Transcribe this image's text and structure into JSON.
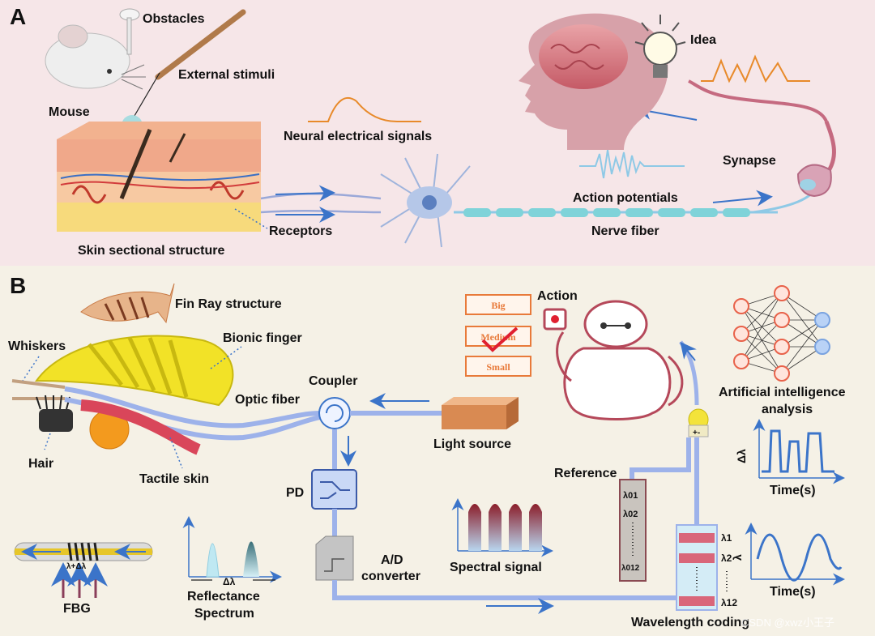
{
  "panel_a": {
    "letter": "A",
    "labels": {
      "obstacles": "Obstacles",
      "external_stimuli": "External stimuli",
      "mouse": "Mouse",
      "neural_signals": "Neural electrical signals",
      "skin_structure": "Skin sectional structure",
      "receptors": "Receptors",
      "idea": "Idea",
      "synapse": "Synapse",
      "action_potentials": "Action potentials",
      "nerve_fiber": "Nerve fiber"
    },
    "colors": {
      "background": "#f6e6e8",
      "signal": "#e88a2a",
      "action_potential": "#8ec9e6",
      "arrow": "#3b74c9"
    }
  },
  "panel_b": {
    "letter": "B",
    "labels": {
      "fin_ray": "Fin Ray structure",
      "bionic_finger": "Bionic finger",
      "whiskers": "Whiskers",
      "coupler": "Coupler",
      "optic_fiber": "Optic fiber",
      "hair": "Hair",
      "tactile_skin": "Tactile skin",
      "light_source": "Light source",
      "pd": "PD",
      "ad_converter_1": "A/D",
      "ad_converter_2": "converter",
      "spectral_signal": "Spectral signal",
      "reflectance_1": "Reflectance",
      "reflectance_2": "Spectrum",
      "delta_lambda": "Δλ",
      "fbg": "FBG",
      "fbg_shift": "λ+Δλ",
      "action": "Action",
      "big": "Big",
      "medium": "Medium",
      "small": "Small",
      "ai_1": "Artificial intelligence",
      "ai_2": "analysis",
      "reference": "Reference",
      "wavelength_coding": "Wavelength coding",
      "time1": "Time(s)",
      "time2": "Time(s)",
      "y_axis_delta": "Δλ",
      "y_axis_lambda": "λ",
      "ref_l1": "λ01",
      "ref_l2": "λ02",
      "ref_l3": "λ012",
      "wc_l1": "λ1",
      "wc_l2": "λ2",
      "wc_l3": "λ12",
      "plus_minus": "+-"
    },
    "colors": {
      "background": "#f5f1e6",
      "fiber": "#9db2ea",
      "robot_outline": "#b5485a",
      "finger": "#f2e227",
      "box_border": "#e87a3a"
    }
  },
  "watermark": "CSDN @xwz小王子"
}
